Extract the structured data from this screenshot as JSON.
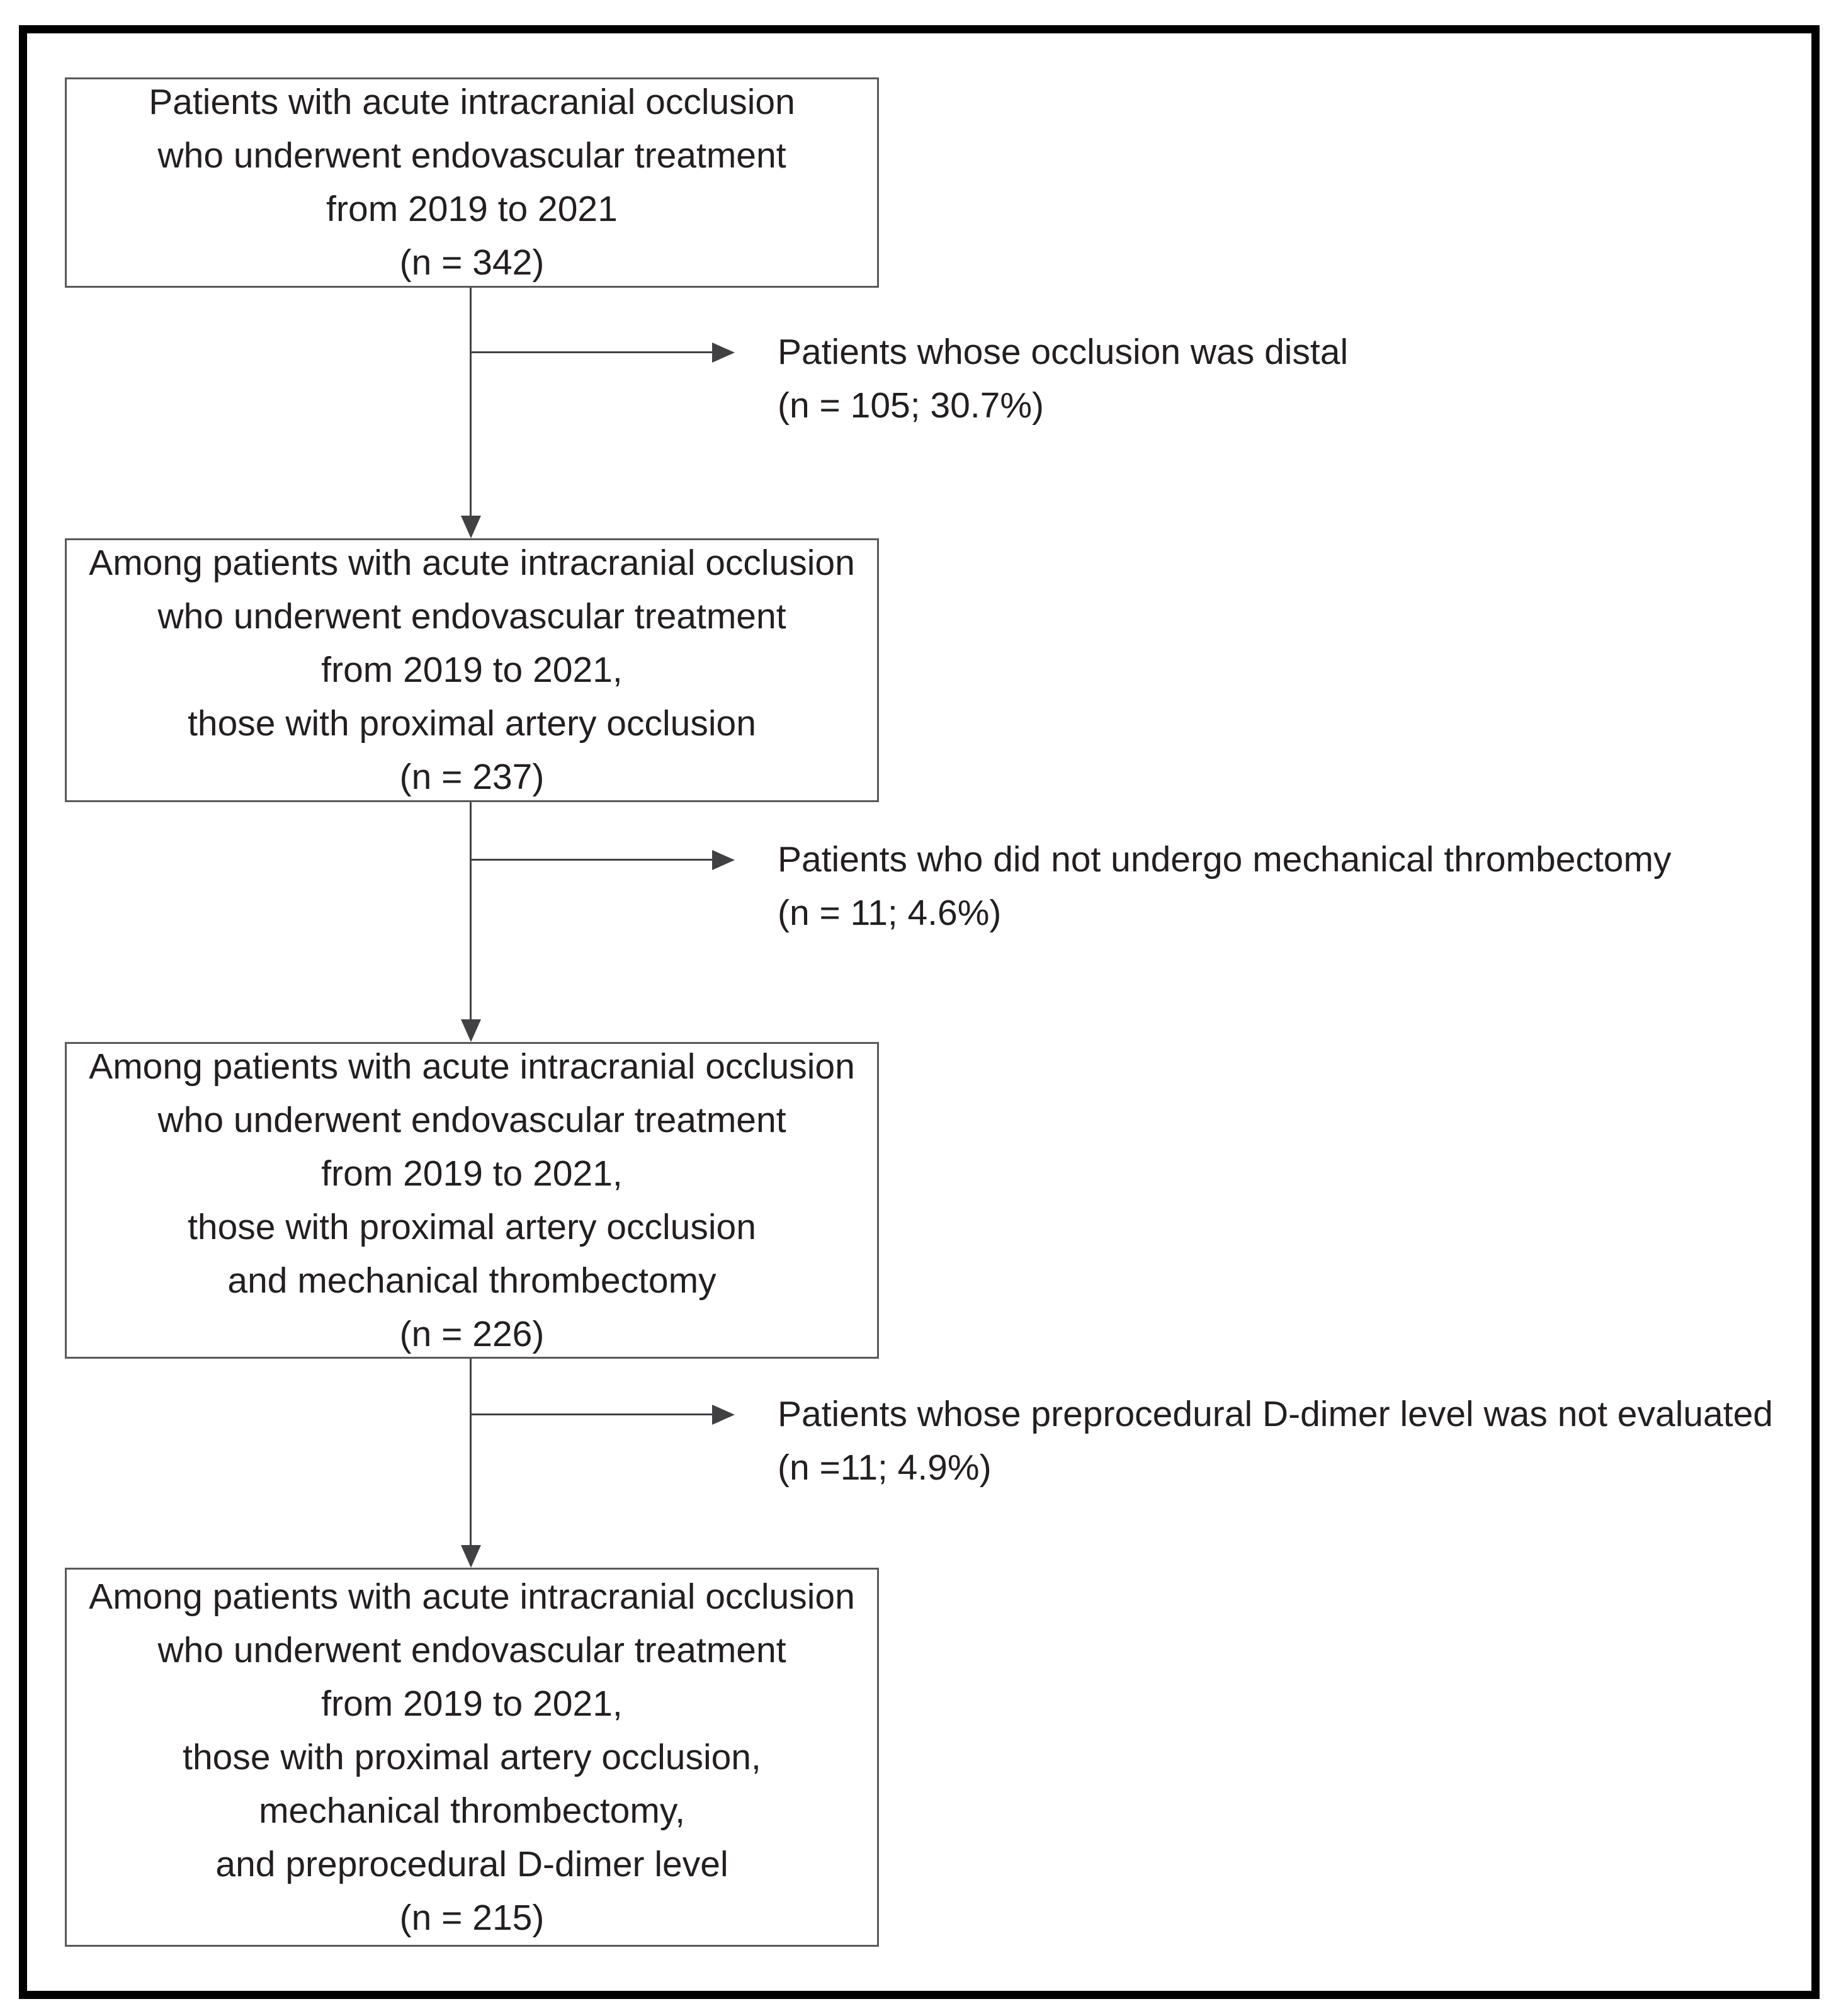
{
  "figure": {
    "type": "patient-flow-diagram",
    "boxes": [
      {
        "n": 342,
        "lines": [
          "Patients with acute intracranial occlusion",
          "who underwent endovascular treatment",
          "from 2019 to 2021",
          "(n = 342)"
        ]
      },
      {
        "n": 237,
        "lines": [
          "Among patients with acute intracranial occlusion",
          "who underwent endovascular treatment",
          "from 2019 to 2021,",
          "those with proximal artery occlusion",
          "(n = 237)"
        ]
      },
      {
        "n": 226,
        "lines": [
          "Among patients with acute intracranial occlusion",
          "who underwent endovascular treatment",
          "from 2019 to 2021,",
          "those with proximal artery occlusion",
          "and mechanical thrombectomy",
          "(n = 226)"
        ]
      },
      {
        "n": 215,
        "lines": [
          "Among patients with acute intracranial occlusion",
          "who underwent endovascular treatment",
          "from 2019 to 2021,",
          "those with proximal artery occlusion,",
          "mechanical thrombectomy,",
          "and preprocedural D-dimer level",
          "(n = 215)"
        ]
      }
    ],
    "exclusions": [
      {
        "n": 105,
        "percent": "30.7%",
        "lines": [
          "Patients whose occlusion was distal",
          "(n = 105; 30.7%)"
        ]
      },
      {
        "n": 11,
        "percent": "4.6%",
        "lines": [
          "Patients who did not undergo mechanical thrombectomy",
          "(n = 11; 4.6%)"
        ]
      },
      {
        "n": 11,
        "percent": "4.9%",
        "lines": [
          "Patients whose preprocedural D-dimer level was not evaluated",
          "(n =11; 4.9%)"
        ]
      }
    ],
    "colors": {
      "text": "#231f20",
      "line": "#414042",
      "box_border": "#58595b",
      "frame": "#000000",
      "background": "#ffffff"
    }
  }
}
